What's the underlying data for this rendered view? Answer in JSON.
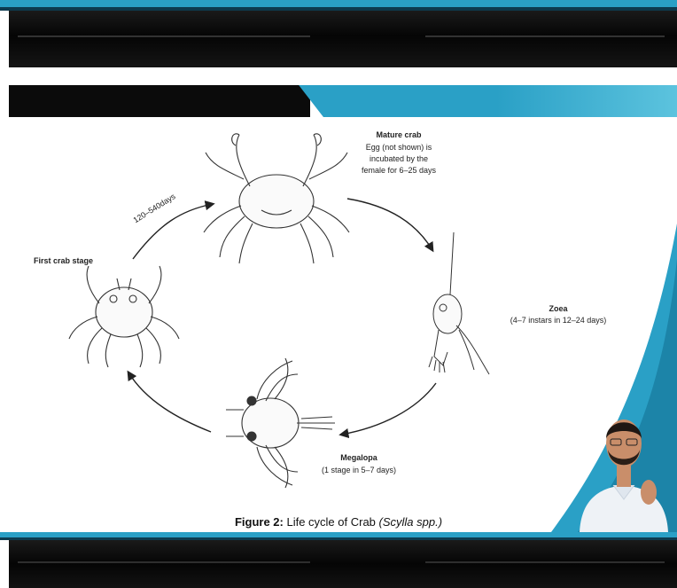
{
  "diagram": {
    "stages": {
      "mature": {
        "title": "Mature crab",
        "line1": "Egg (not shown) is",
        "line2": "incubated by the",
        "line3": "female for 6–25 days"
      },
      "zoea": {
        "title": "Zoea",
        "detail": "(4–7 instars in 12–24 days)"
      },
      "megalopa": {
        "title": "Megalopa",
        "detail": "(1 stage in 5–7 days)"
      },
      "first_crab": {
        "title": "First crab stage"
      }
    },
    "arrow_label": "120–540days"
  },
  "caption": {
    "prefix": "Figure 2:",
    "text": " Life cycle of Crab ",
    "species": "(Scylla spp.)"
  },
  "colors": {
    "accent": "#2aa0c6",
    "band": "#0b0b0b"
  }
}
